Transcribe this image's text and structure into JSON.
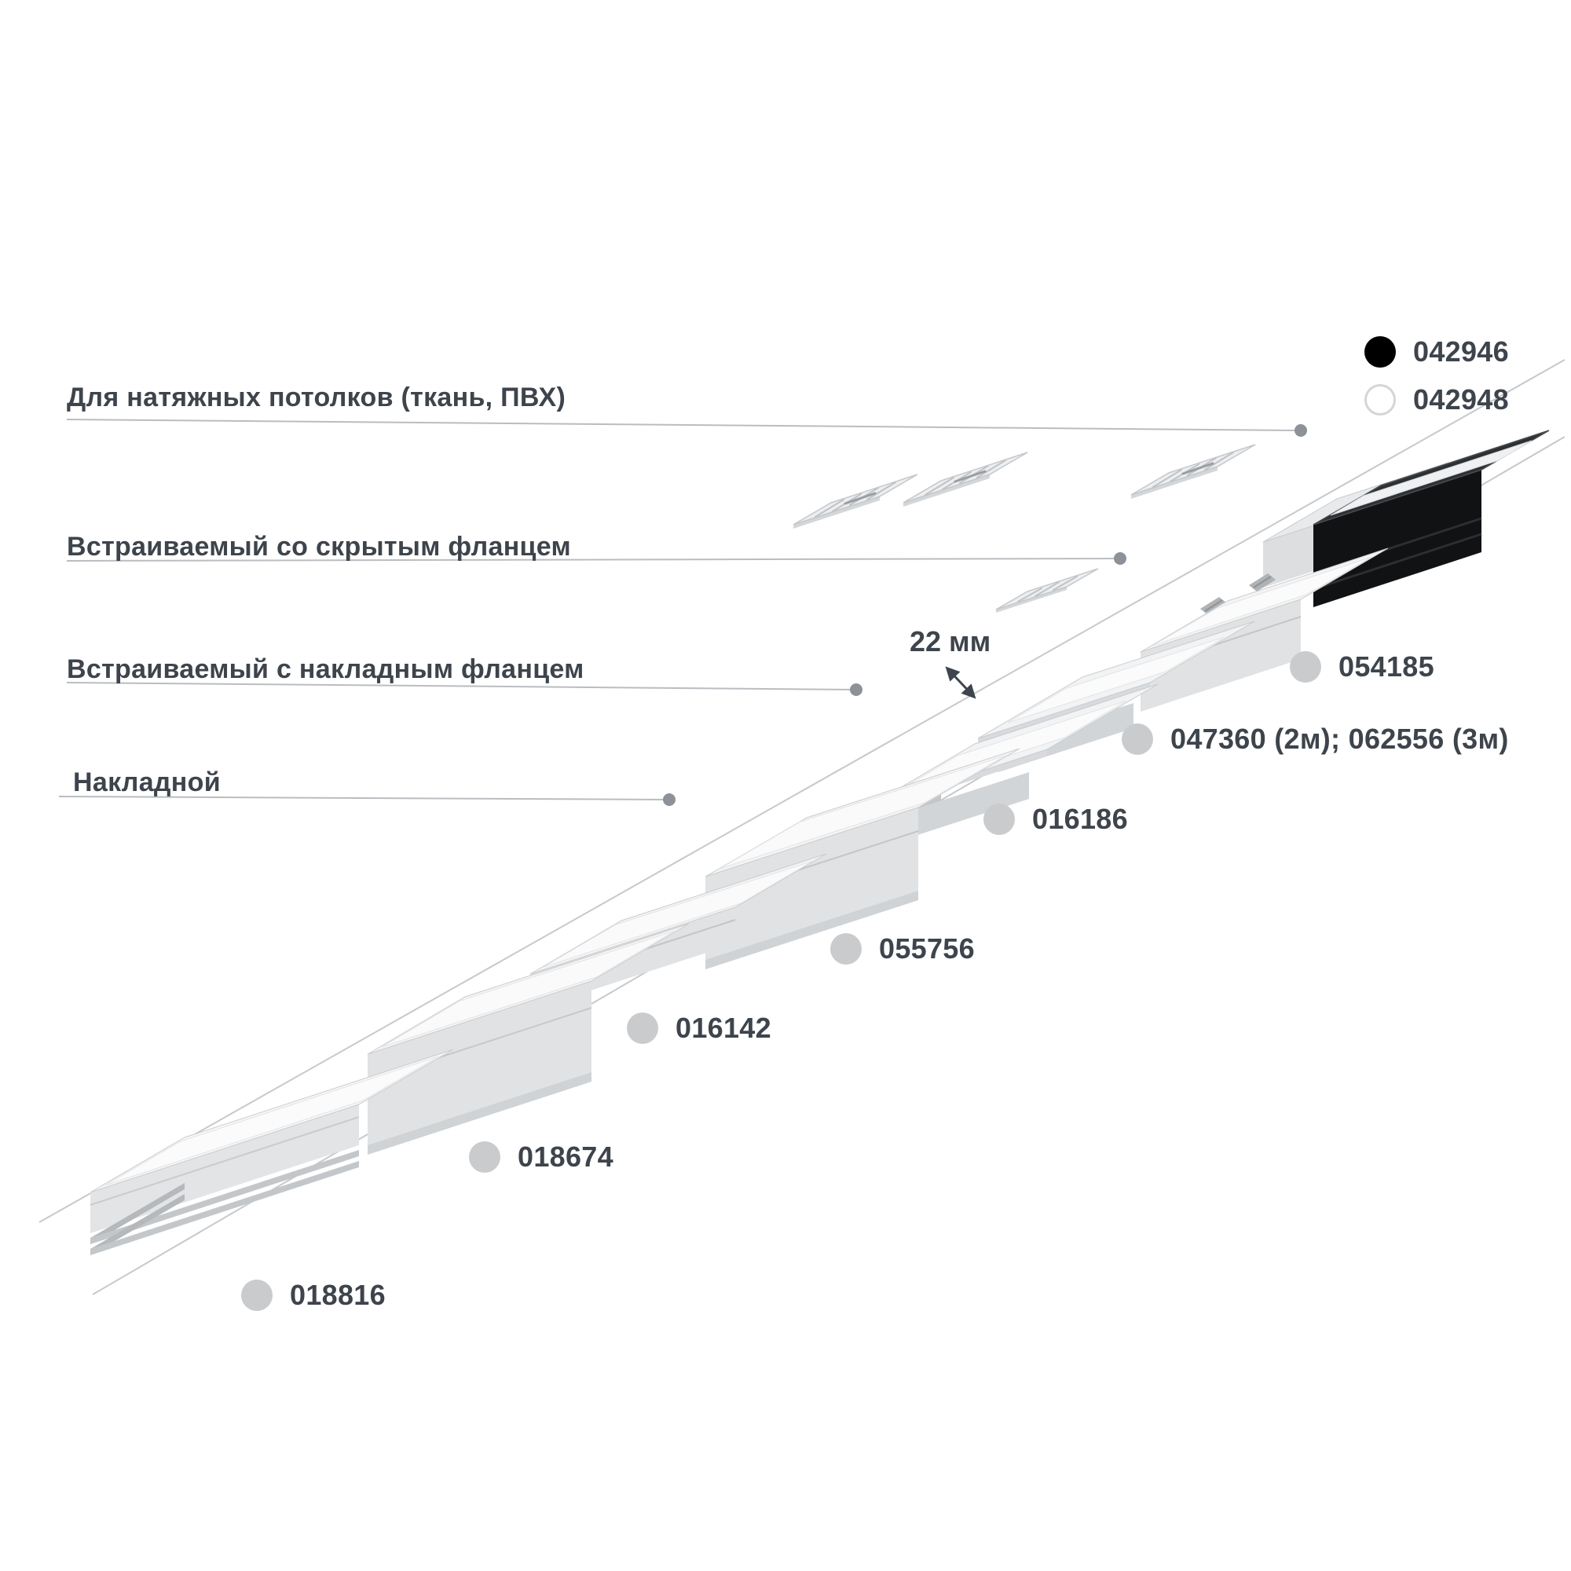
{
  "page": {
    "background": "#ffffff"
  },
  "legend": {
    "items": [
      {
        "code": "042946",
        "marker_color": "#000000",
        "marker_style": "filled-black"
      },
      {
        "code": "042948",
        "marker_color": "#ffffff",
        "marker_style": "outlined-white"
      }
    ]
  },
  "categories": [
    {
      "label": "Для натяжных потолков (ткань, ПВХ)"
    },
    {
      "label": "Встраиваемый со скрытым фланцем"
    },
    {
      "label": "Встраиваемый с накладным фланцем"
    },
    {
      "label": "Накладной"
    }
  ],
  "products": [
    {
      "code": "054185"
    },
    {
      "code": "047360 (2м); 062556 (3м)"
    },
    {
      "code": "016186"
    },
    {
      "code": "055756"
    },
    {
      "code": "016142"
    },
    {
      "code": "018674"
    },
    {
      "code": "018816"
    }
  ],
  "dimension": {
    "label": "22 мм"
  },
  "colors": {
    "text": "#3e444c",
    "product_marker": "#c9cbcd",
    "pointer_line": "#b9bdc1",
    "pointer_dot": "#8d9298",
    "profile_black": "#141618"
  }
}
